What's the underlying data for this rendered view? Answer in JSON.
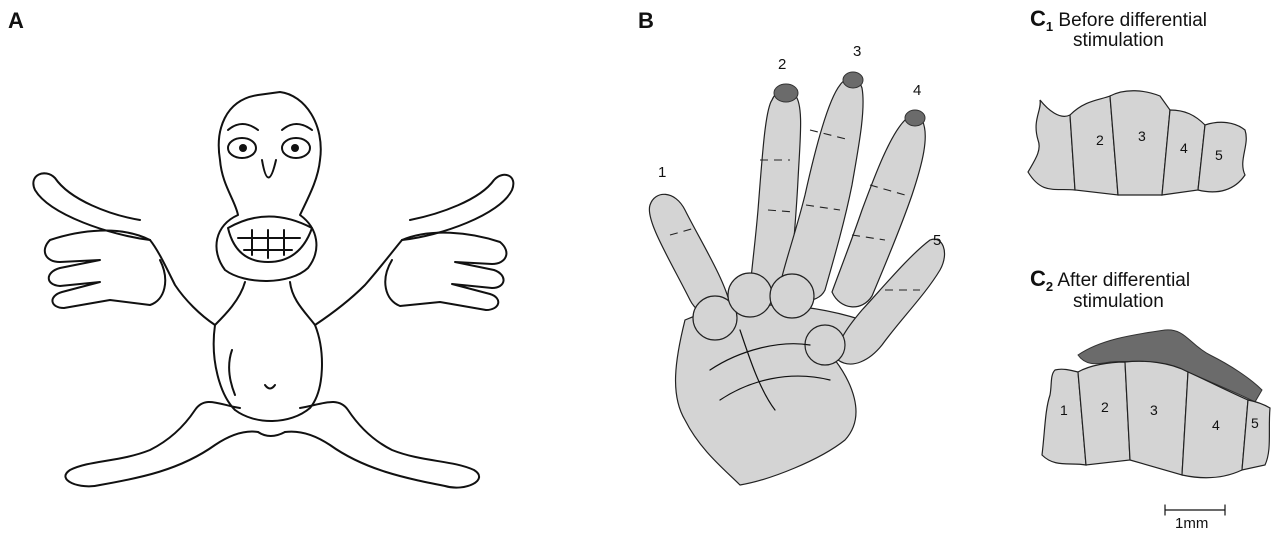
{
  "panel_a": {
    "label": "A"
  },
  "panel_b": {
    "label": "B",
    "finger_labels": [
      "1",
      "2",
      "3",
      "4",
      "5"
    ]
  },
  "panel_c1": {
    "label": "C",
    "subscript": "1",
    "title_line1": "Before differential",
    "title_line2": "stimulation",
    "region_labels": [
      "2",
      "3",
      "4",
      "5"
    ]
  },
  "panel_c2": {
    "label": "C",
    "subscript": "2",
    "title_line1": "After differential",
    "title_line2": "stimulation",
    "region_labels": [
      "1",
      "2",
      "3",
      "4",
      "5"
    ]
  },
  "scale_bar": {
    "label": "1mm"
  },
  "colors": {
    "skin": "#d4d4d4",
    "expanded_area": "#6b6b6b",
    "ink": "#111111"
  }
}
